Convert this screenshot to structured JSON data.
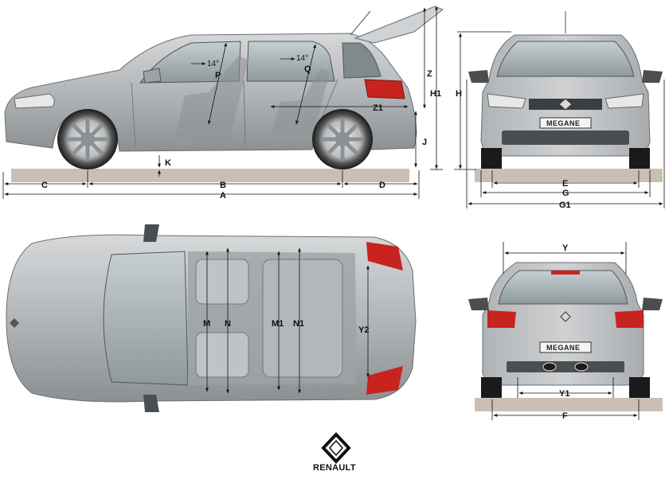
{
  "dimension_labels": {
    "A": "A",
    "B": "B",
    "C": "C",
    "D": "D",
    "K": "K",
    "J": "J",
    "Z": "Z",
    "Z1": "Z1",
    "H": "H",
    "H1": "H1",
    "E": "E",
    "G": "G",
    "G1": "G1",
    "P": "P",
    "Q": "Q",
    "M": "M",
    "N": "N",
    "M1": "M1",
    "N1": "N1",
    "Y": "Y",
    "Y1": "Y1",
    "Y2": "Y2",
    "F": "F"
  },
  "angles": {
    "front_seat": "14°",
    "rear_seat": "14°"
  },
  "plates": {
    "front": "MEGANE",
    "rear": "MEGANE"
  },
  "brand": {
    "name": "RENAULT"
  },
  "colors": {
    "body": "#b9bcbe",
    "body_dark": "#8f9396",
    "glass": "#a8b2b4",
    "ground": "#cbbfb4",
    "tail": "#c8231e",
    "line": "#111111"
  }
}
